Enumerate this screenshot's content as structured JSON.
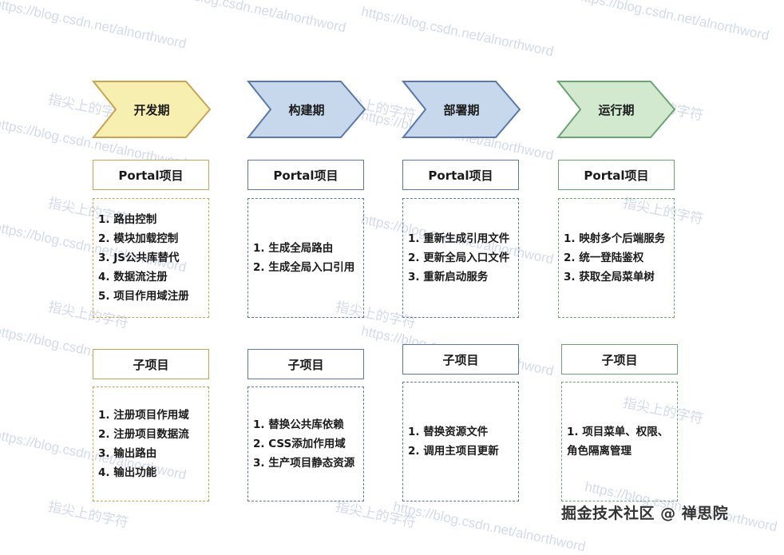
{
  "watermark": {
    "line1": "指尖上的字符",
    "line2": "https://blog.csdn.net/alnorthword"
  },
  "colors": {
    "dev_fill": "#f6efb0",
    "dev_stroke": "#c9a454",
    "build_fill": "#c8d8ec",
    "build_stroke": "#5a78aa",
    "deploy_fill": "#c8d8ec",
    "deploy_stroke": "#5a78aa",
    "run_fill": "#d2e8cf",
    "run_stroke": "#6aa472"
  },
  "columns": [
    {
      "phase": "开发期",
      "portal_title": "Portal项目",
      "portal_items": [
        "1.  路由控制",
        "2. 模块加载控制",
        "3. JS公共库替代",
        "4. 数据流注册",
        "5. 项目作用域注册"
      ],
      "sub_title": "子项目",
      "sub_items": [
        "1.  注册项目作用域",
        "2. 注册项目数据流",
        "3. 输出路由",
        "4. 输出功能"
      ]
    },
    {
      "phase": "构建期",
      "portal_title": "Portal项目",
      "portal_items": [
        "1.  生成全局路由",
        "2. 生成全局入口引用"
      ],
      "sub_title": "子项目",
      "sub_items": [
        "1.  替换公共库依赖",
        "2. CSS添加作用域",
        "3. 生产项目静态资源"
      ]
    },
    {
      "phase": "部署期",
      "portal_title": "Portal项目",
      "portal_items": [
        "1.  重新生成引用文件",
        "2. 更新全局入口文件",
        "3. 重新启动服务"
      ],
      "sub_title": "子项目",
      "sub_items": [
        "1.  替换资源文件",
        "2. 调用主项目更新"
      ]
    },
    {
      "phase": "运行期",
      "portal_title": "Portal项目",
      "portal_items": [
        "1. 映射多个后端服务",
        "2. 统一登陆鉴权",
        "3. 获取全局菜单树"
      ],
      "sub_title": "子项目",
      "sub_items": [
        "1. 项目菜单、权限、",
        "角色隔离管理"
      ]
    }
  ],
  "brand": "掘金技术社区 @ 禅思院"
}
